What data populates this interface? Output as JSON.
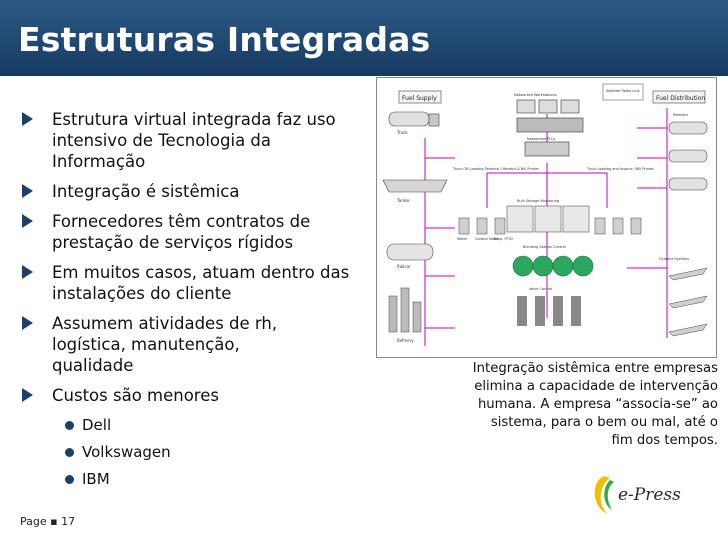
{
  "slide": {
    "title": "Estruturas Integradas",
    "page": "Page ▪ 17"
  },
  "bullets": [
    "Estrutura virtual integrada faz uso intensivo de Tecnologia da Informação",
    "Integração é sistêmica",
    "Fornecedores têm contratos de prestação de serviços rígidos",
    "Em muitos casos, atuam dentro das instalações do cliente",
    "Assumem atividades de rh, logística, manutenção, qualidade",
    "Custos são menores"
  ],
  "sub_bullets": [
    "Dell",
    "Volkswagen",
    "IBM"
  ],
  "caption": "Integração sistêmica entre empresas elimina a capacidade de intervenção humana. A empresa “associa-se” ao sistema, para o bem ou mal, até o fim dos tempos.",
  "logo": {
    "text": "e-Press"
  },
  "diagram": {
    "fuel_supply": "Fuel Supply",
    "fuel_distribution": "Fuel Distribution",
    "legend": "Satellite Radio Link",
    "workstations": "Networked Workstations",
    "plc": "Networked PLCs",
    "loading_left": "Truck Off-Loading Terminal / Receipt & Bill Printer",
    "loading_right": "Truck Loading and Invoice / Bill Printer",
    "bulk_storage": "Bulk Storage Monitoring",
    "blending": "Blending Station Control",
    "valve_control": "Valve Control",
    "truck": "Truck",
    "tanker": "Tanker",
    "railcar": "Railcar",
    "refinery": "Refinery",
    "retailers": "Retailers",
    "hydrant": "Hydrant Systems",
    "meter": "Meter",
    "control_valve": "Control Valve",
    "temp": "Temp. PT/D"
  },
  "colors": {
    "title_bar": "#1f4872",
    "bullet_mark": "#1b3f66",
    "link_lines": "#c000c0",
    "pumps": "#2aa860"
  }
}
